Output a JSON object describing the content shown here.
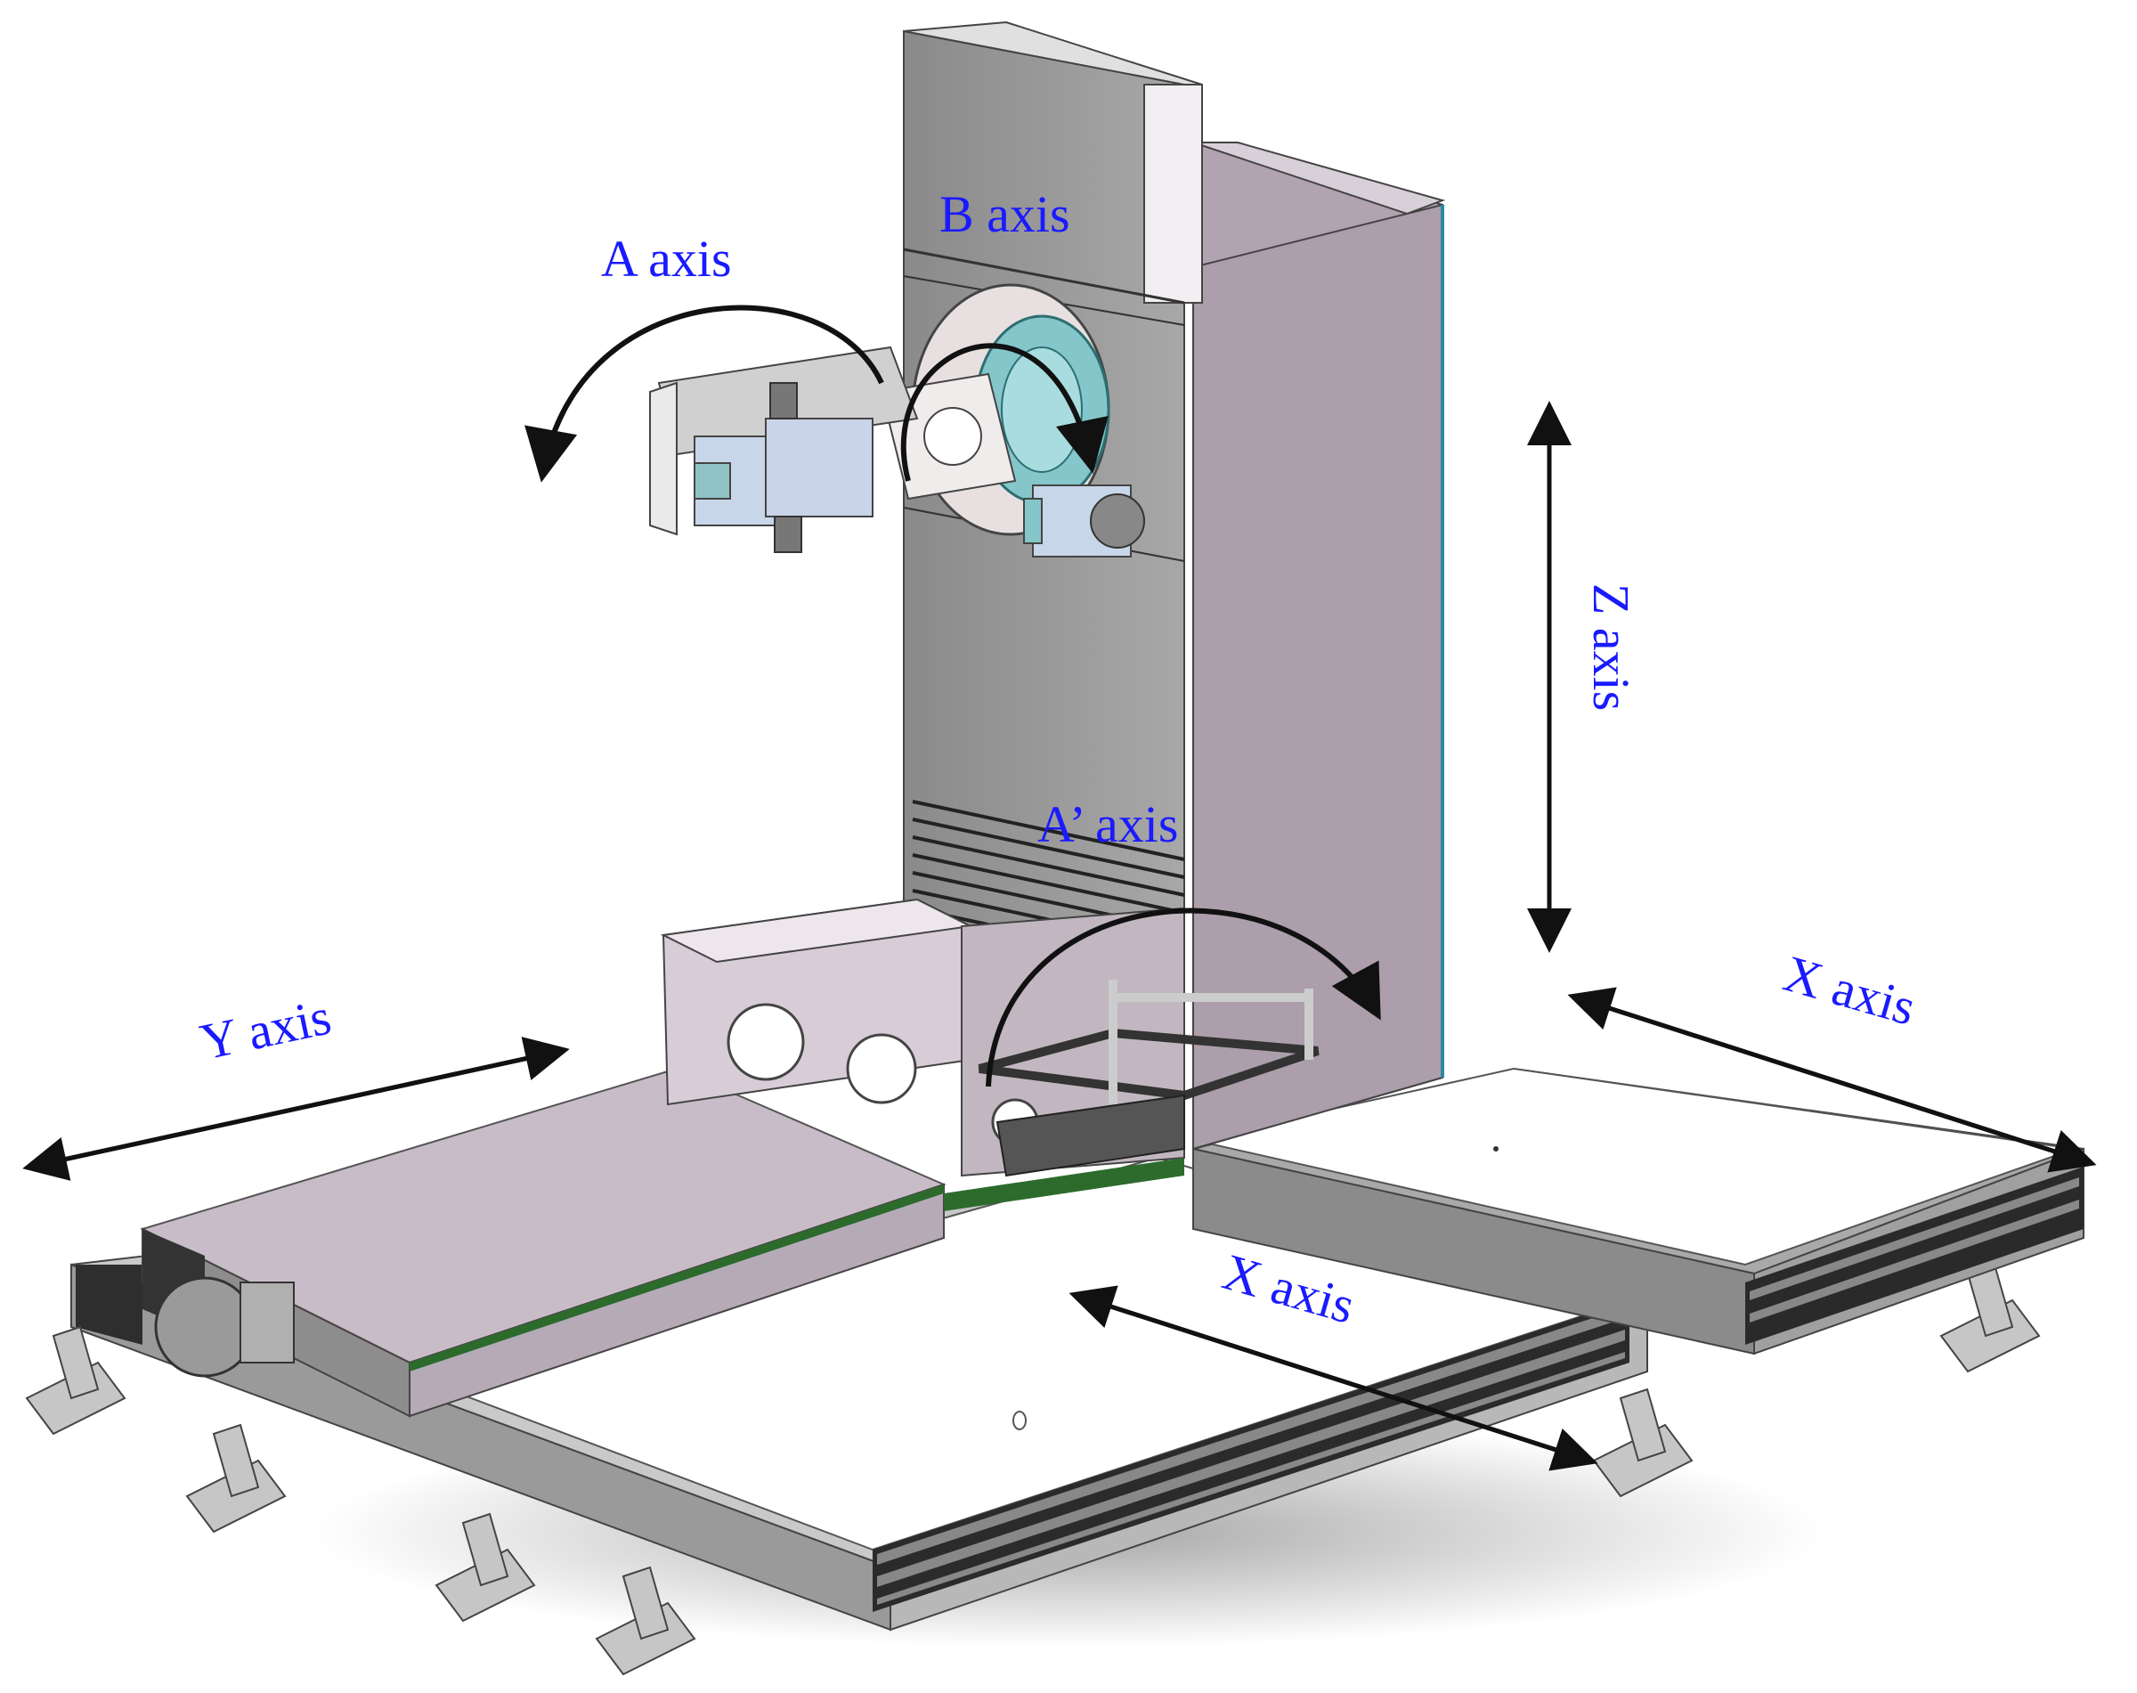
{
  "labels": {
    "a_axis": "A axis",
    "b_axis": "B axis",
    "z_axis": "Z axis",
    "a_prime_axis": "A’ axis",
    "y_axis": "Y axis",
    "x_axis_right": "X axis",
    "x_axis_center": "X axis"
  },
  "colors": {
    "label": "#1a1aff",
    "arrow": "#111111",
    "machine_body": "#b3a3b1",
    "machine_side": "#8f848e",
    "machine_light": "#efe9ef",
    "steel": "#8e8e8e",
    "dark_steel": "#3a3a3a",
    "cyan_part": "#84c6c9",
    "light_blue_part": "#c8d6ea"
  }
}
